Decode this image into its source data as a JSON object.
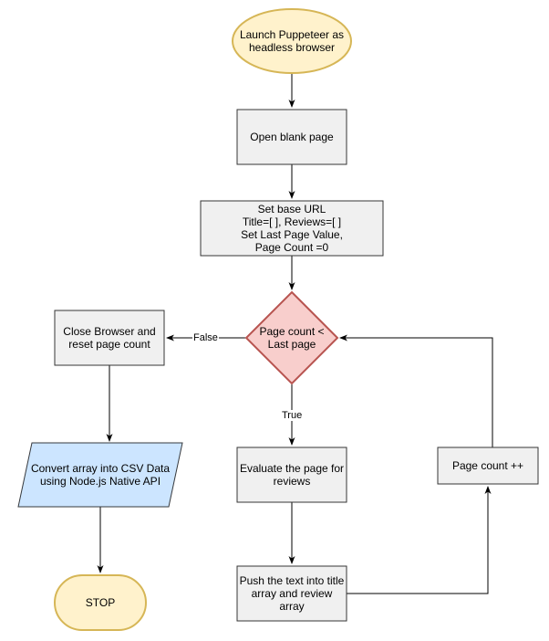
{
  "colors": {
    "terminator_fill": "#fff2cc",
    "terminator_stroke": "#d6b656",
    "process_fill": "#f0f0f0",
    "process_stroke": "#363636",
    "decision_fill": "#f8cecc",
    "decision_stroke": "#b85450",
    "io_fill": "#cce5ff",
    "io_stroke": "#36393d",
    "edge": "#000000"
  },
  "nodes": {
    "start": {
      "label": "Launch Puppeteer as\nheadless browser"
    },
    "open_page": {
      "label": "Open blank page"
    },
    "set_base": {
      "label": "Set base URL\nTitle=[ ], Reviews=[ ]\nSet Last Page Value,\nPage Count =0"
    },
    "decision": {
      "label": "Page count <\nLast page"
    },
    "evaluate": {
      "label": "Evaluate the page for\nreviews"
    },
    "push": {
      "label": "Push the text into title\narray and review\narray"
    },
    "increment": {
      "label": "Page count ++"
    },
    "close": {
      "label": "Close Browser and\nreset page count"
    },
    "convert": {
      "label": "Convert array into CSV Data\nusing Node.js Native API"
    },
    "stop": {
      "label": "STOP"
    }
  },
  "edges": {
    "false_label": "False",
    "true_label": "True"
  }
}
